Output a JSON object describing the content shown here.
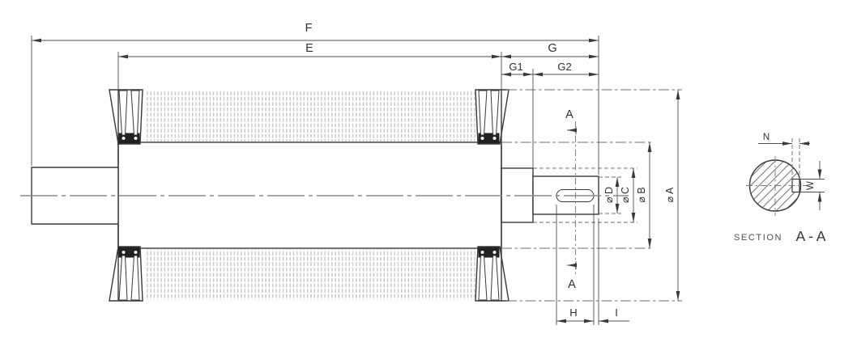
{
  "labels": {
    "f": "F",
    "e": "E",
    "g": "G",
    "g1": "G1",
    "g2": "G2",
    "h": "H",
    "i": "I",
    "n": "N",
    "w": "W",
    "cut": "A",
    "dia_a": "⌀ A",
    "dia_b": "⌀ B",
    "dia_c": "⌀ C",
    "dia_d": "⌀ D",
    "section_prefix": "SECTION",
    "section_title": "A - A"
  },
  "colors": {
    "object_line": "#383838",
    "dimension_line": "#4f4f4f",
    "phantom_line": "#6e6e6e",
    "centerline": "#8b8b8b",
    "hatch": "#c6c6c6",
    "section_hatch": "#6b6b6b",
    "background": "#ffffff"
  }
}
